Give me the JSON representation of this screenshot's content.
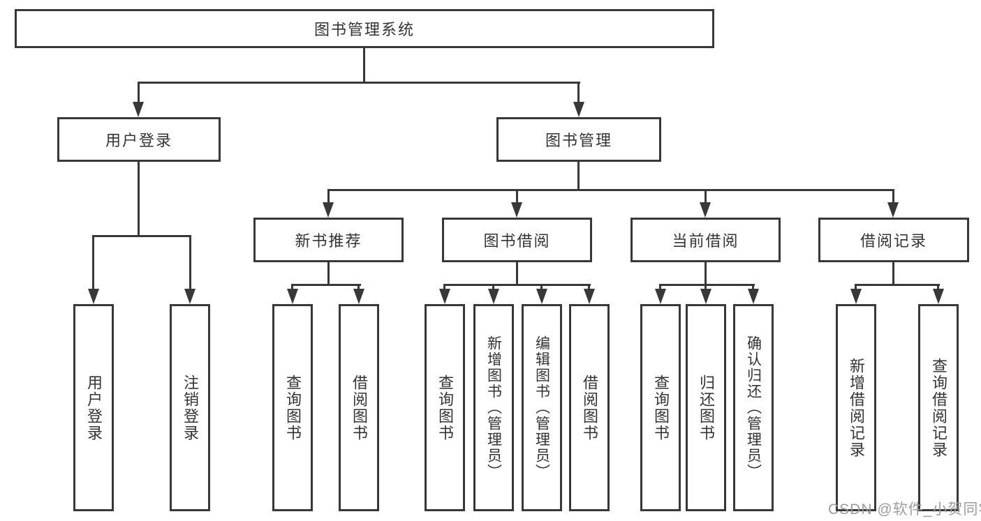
{
  "diagram": {
    "nodes": {
      "root": "图书管理系统",
      "user_login_branch": "用户登录",
      "book_mgmt": "图书管理",
      "new_book_rec": "新书推荐",
      "book_borrow": "图书借阅",
      "current_borrow": "当前借阅",
      "borrow_record": "借阅记录",
      "leaf_user_login": "用户登录",
      "leaf_logout": "注销登录",
      "leaf_query_book_1": "查询图书",
      "leaf_borrow_book_1": "借阅图书",
      "leaf_query_book_2": "查询图书",
      "leaf_add_book_admin": "新增图书（管理员）",
      "leaf_edit_book_admin": "编辑图书（管理员）",
      "leaf_borrow_book_2": "借阅图书",
      "leaf_query_book_3": "查询图书",
      "leaf_return_book": "归还图书",
      "leaf_confirm_return_admin": "确认归还（管理员）",
      "leaf_add_borrow_record": "新增借阅记录",
      "leaf_query_borrow_record": "查询借阅记录"
    },
    "colors": {
      "line": "#383838",
      "text": "#333333",
      "background": "#ffffff",
      "watermark": "#9c9c9c"
    }
  },
  "watermark": "CSDN @软件_小贺同学"
}
